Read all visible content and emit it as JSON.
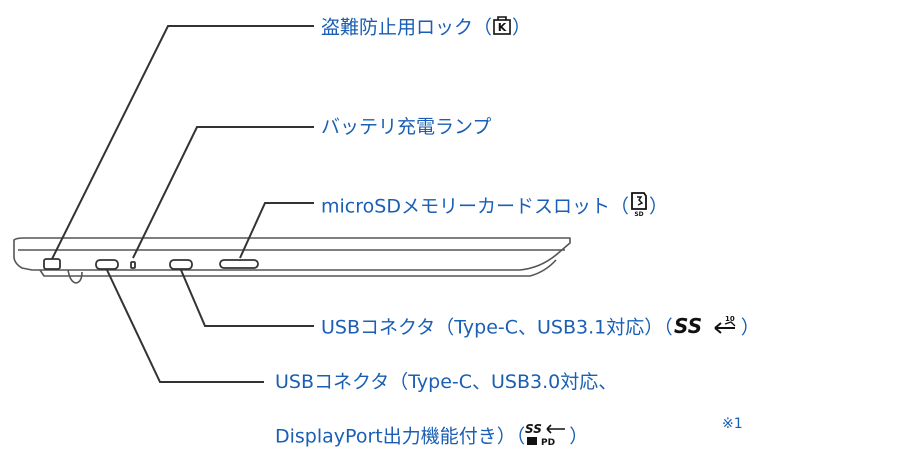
{
  "labels": {
    "lock": "盗難防止用ロック",
    "battery": "バッテリ充電ランプ",
    "microsd": "microSDメモリーカードスロット",
    "usb1": "USBコネクタ（Type-C、USB3.1対応）",
    "usb2_line1": "USBコネクタ（Type-C、USB3.0対応、",
    "usb2_line2": "DisplayPort出力機能付き）",
    "note": "※1"
  },
  "parens": {
    "open": "（",
    "close": "）"
  },
  "icons": {
    "lock": "lock-k-icon",
    "microsd": "microsd-card-icon",
    "ss10": "superspeed-10-icon",
    "ss_pd": "superspeed-pd-icon"
  },
  "icon_text": {
    "ss": "SS",
    "ten": "10",
    "pd": "PD",
    "k": "K",
    "sd": "SD"
  },
  "colors": {
    "text": "#1a5fb4",
    "line": "#333333",
    "device": "#555555"
  }
}
